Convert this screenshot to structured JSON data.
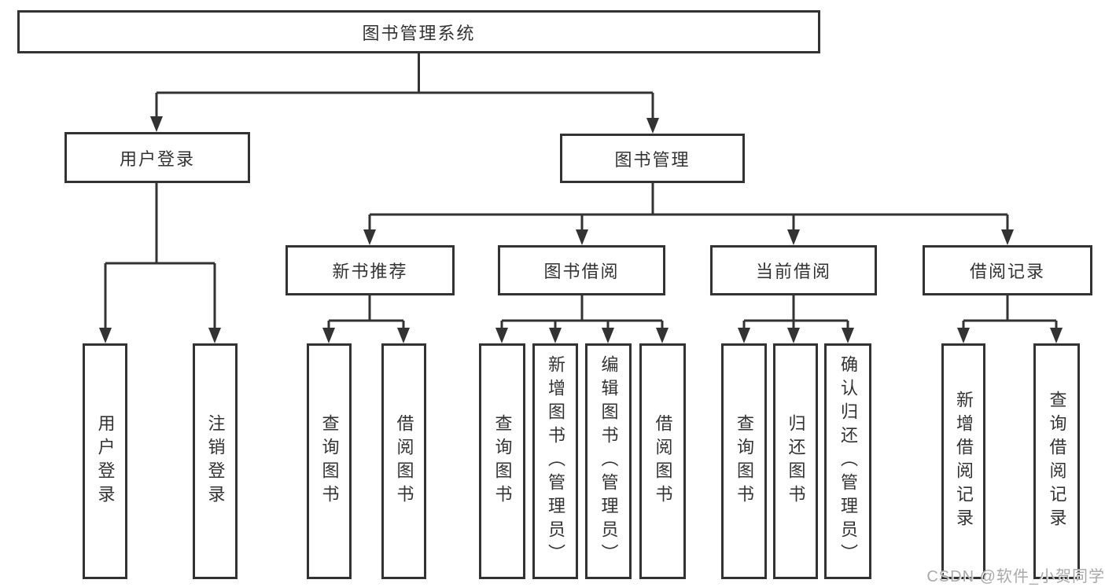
{
  "diagram": {
    "type": "tree-structure-chart",
    "colors": {
      "line": "#333333",
      "box_border": "#333333",
      "text": "#333333",
      "background": "#ffffff",
      "watermark": "#a9a9a9"
    },
    "nodes": {
      "root": "图书管理系统",
      "user_login": "用户登录",
      "book_mgmt": "图书管理",
      "new_book_rec": "新书推荐",
      "book_borrow": "图书借阅",
      "current_borrow": "当前借阅",
      "borrow_record": "借阅记录",
      "leaf_user_login": "用户登录",
      "leaf_logout": "注销登录",
      "leaf_query_book_1": "查询图书",
      "leaf_borrow_book_1": "借阅图书",
      "leaf_query_book_2": "查询图书",
      "leaf_add_book": "新增图书（管理员）",
      "leaf_edit_book": "编辑图书（管理员）",
      "leaf_borrow_book_2": "借阅图书",
      "leaf_query_book_3": "查询图书",
      "leaf_return_book": "归还图书",
      "leaf_confirm_return": "确认归还（管理员）",
      "leaf_add_record": "新增借阅记录",
      "leaf_query_record": "查询借阅记录"
    },
    "hierarchy": {
      "图书管理系统": {
        "用户登录": [
          "用户登录",
          "注销登录"
        ],
        "图书管理": {
          "新书推荐": [
            "查询图书",
            "借阅图书"
          ],
          "图书借阅": [
            "查询图书",
            "新增图书（管理员）",
            "编辑图书（管理员）",
            "借阅图书"
          ],
          "当前借阅": [
            "查询图书",
            "归还图书",
            "确认归还（管理员）"
          ],
          "借阅记录": [
            "新增借阅记录",
            "查询借阅记录"
          ]
        }
      }
    },
    "watermark": "CSDN @软件_小贺同学"
  }
}
